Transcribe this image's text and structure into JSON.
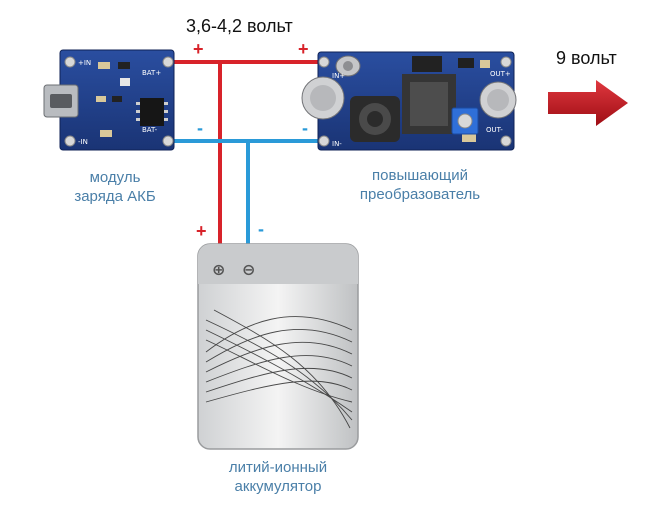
{
  "diagram": {
    "input_voltage": "3,6-4,2 вольт",
    "output_voltage": "9 вольт",
    "charger_module": {
      "line1": "модуль",
      "line2": "заряда АКБ"
    },
    "boost_converter": {
      "line1": "повышающий",
      "line2": "преобразователь"
    },
    "battery": {
      "line1": "литий-ионный",
      "line2": "аккумулятор"
    },
    "signs": {
      "plus": "+",
      "minus": "-",
      "plus_circle": "⊕",
      "minus_circle": "⊖"
    },
    "charger_pins": {
      "in_plus": "+IN",
      "in_minus": "-IN",
      "bat_plus": "BAT+",
      "bat_minus": "BAT-"
    },
    "converter_pins": {
      "in_plus": "IN+",
      "in_minus": "IN-",
      "out_plus": "OUT+",
      "out_minus": "OUT-"
    },
    "colors": {
      "positive_wire": "#d8232a",
      "negative_wire": "#2a9ad8",
      "label_text": "#4a7fa8",
      "pcb": "#1f3f8c",
      "arrow": "#c8141e"
    }
  }
}
